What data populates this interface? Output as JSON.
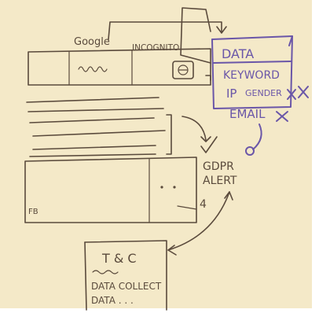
{
  "browser": {
    "brand_label": "Google",
    "mode_label": "INCOGNITO",
    "footer_label": "FB"
  },
  "data_box": {
    "title": "DATA",
    "line1": "KEYWORD",
    "line2_a": "IP",
    "line2_b": "GENDER",
    "line3": "EMAIL"
  },
  "gdpr": {
    "line1": "GDPR",
    "line2": "ALERT",
    "sign": "4"
  },
  "terms": {
    "title": "T & C",
    "line1": "DATA COLLECT",
    "line2": "DATA . . ."
  },
  "colors": {
    "paper": "#f4e9c8",
    "ink": "#5a4a3c",
    "marker": "#6a56a8"
  }
}
